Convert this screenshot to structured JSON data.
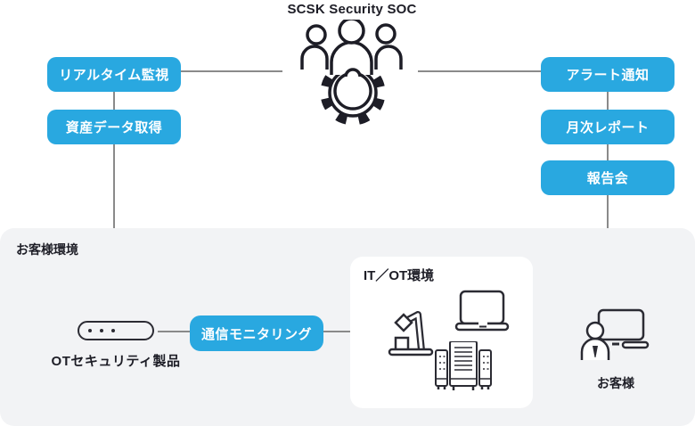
{
  "colors": {
    "accent": "#29A8E0",
    "dark_text": "#1D1D26",
    "connector_line": "#8A8A8A",
    "panel_background": "#F2F3F5",
    "card_background": "#FFFFFF"
  },
  "soc": {
    "title": "SCSK Security SOC",
    "icon": "team-gear-icon",
    "left_chips": [
      {
        "label": "リアルタイム監視"
      },
      {
        "label": "資産データ取得"
      }
    ],
    "right_chips": [
      {
        "label": "アラート通知"
      },
      {
        "label": "月次レポート"
      },
      {
        "label": "報告会"
      }
    ]
  },
  "customer_env": {
    "label": "お客様環境",
    "ot_product": {
      "label": "OTセキュリティ製品",
      "icon": "appliance-icon"
    },
    "monitoring_chip": {
      "label": "通信モニタリング"
    },
    "itot_box": {
      "title": "IT／OT環境",
      "icons": [
        "robot-arm-icon",
        "laptop-icon",
        "server-rack-icon"
      ]
    },
    "customer": {
      "label": "お客様",
      "icon": "person-at-screen-icon"
    }
  }
}
